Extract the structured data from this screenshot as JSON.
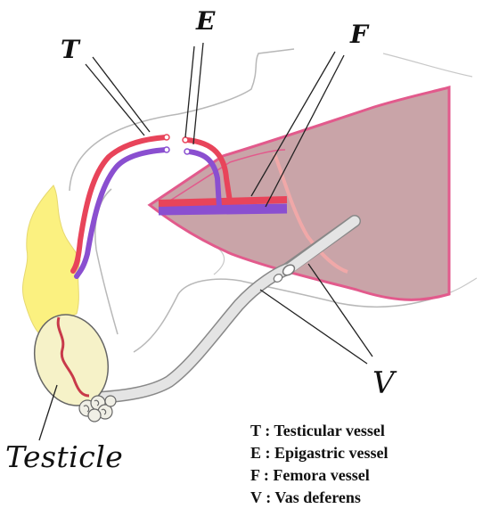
{
  "labels": {
    "t": "T",
    "e": "E",
    "f": "F",
    "v": "V",
    "testicle": "Testicle"
  },
  "legend": [
    {
      "key": "T",
      "text": "Testicular vessel"
    },
    {
      "key": "E",
      "text": "Epigastric vessel"
    },
    {
      "key": "F",
      "text": "Femora vessel"
    },
    {
      "key": "V",
      "text": "Vas deferens"
    }
  ],
  "colors": {
    "artery": "#e8445a",
    "vein": "#8a4fd0",
    "thigh_fill": "#c9a4a8",
    "thigh_outline": "#e25a8c",
    "testicle_fill": "#f6f2c8",
    "fat_yellow": "#fbf180",
    "vas_fill": "#e4e4e4",
    "outline": "#666666"
  }
}
